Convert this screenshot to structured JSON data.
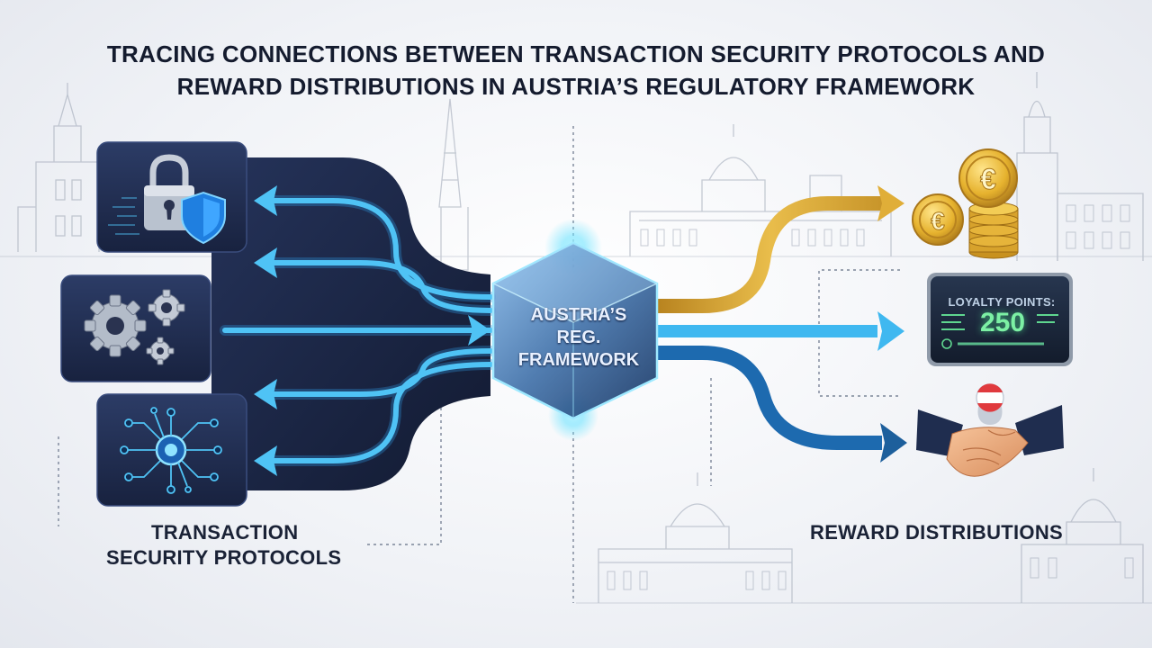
{
  "title": {
    "line1": "Tracing Connections Between Transaction Security Protocols and",
    "line2": "Reward Distributions in Austria’s Regulatory Framework"
  },
  "hub": {
    "line1": "Austria’s",
    "line2": "Reg.",
    "line3": "Framework"
  },
  "left_section": {
    "line1": "Transaction",
    "line2": "Security Protocols",
    "cards": [
      {
        "icon": "padlock-shield-icon"
      },
      {
        "icon": "gears-icon"
      },
      {
        "icon": "circuit-chip-icon"
      }
    ]
  },
  "right_section": {
    "label": "Reward Distributions",
    "items": [
      {
        "icon": "euro-coins-icon"
      },
      {
        "icon": "loyalty-tablet-icon",
        "title": "Loyalty Points:",
        "value": "250"
      },
      {
        "icon": "handshake-austria-flag-icon"
      }
    ]
  },
  "colors": {
    "navy": "#1b2745",
    "arrow_blue": "#3fb8f0",
    "gold": "#d3a22c",
    "dark_blue": "#1d5f9c",
    "hub_glow": "#6fe3ff"
  }
}
